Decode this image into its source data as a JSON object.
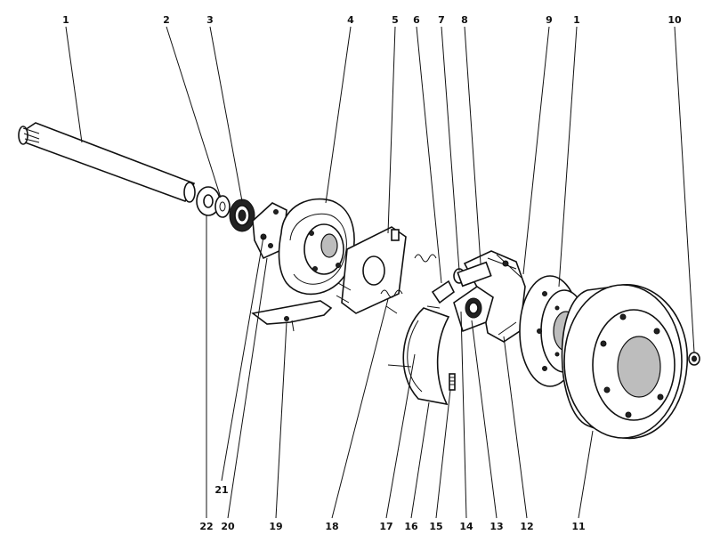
{
  "callouts": {
    "top": [
      "1",
      "2",
      "3",
      "4",
      "5",
      "6",
      "7",
      "8",
      "9",
      "1",
      "10"
    ],
    "bottom": [
      "22",
      "20",
      "19",
      "18",
      "17",
      "16",
      "15",
      "14",
      "13",
      "12",
      "11"
    ],
    "side": [
      "21"
    ]
  },
  "colors": {
    "ink": "#111111",
    "paper": "#ffffff",
    "shade": "#bdbdbd"
  }
}
